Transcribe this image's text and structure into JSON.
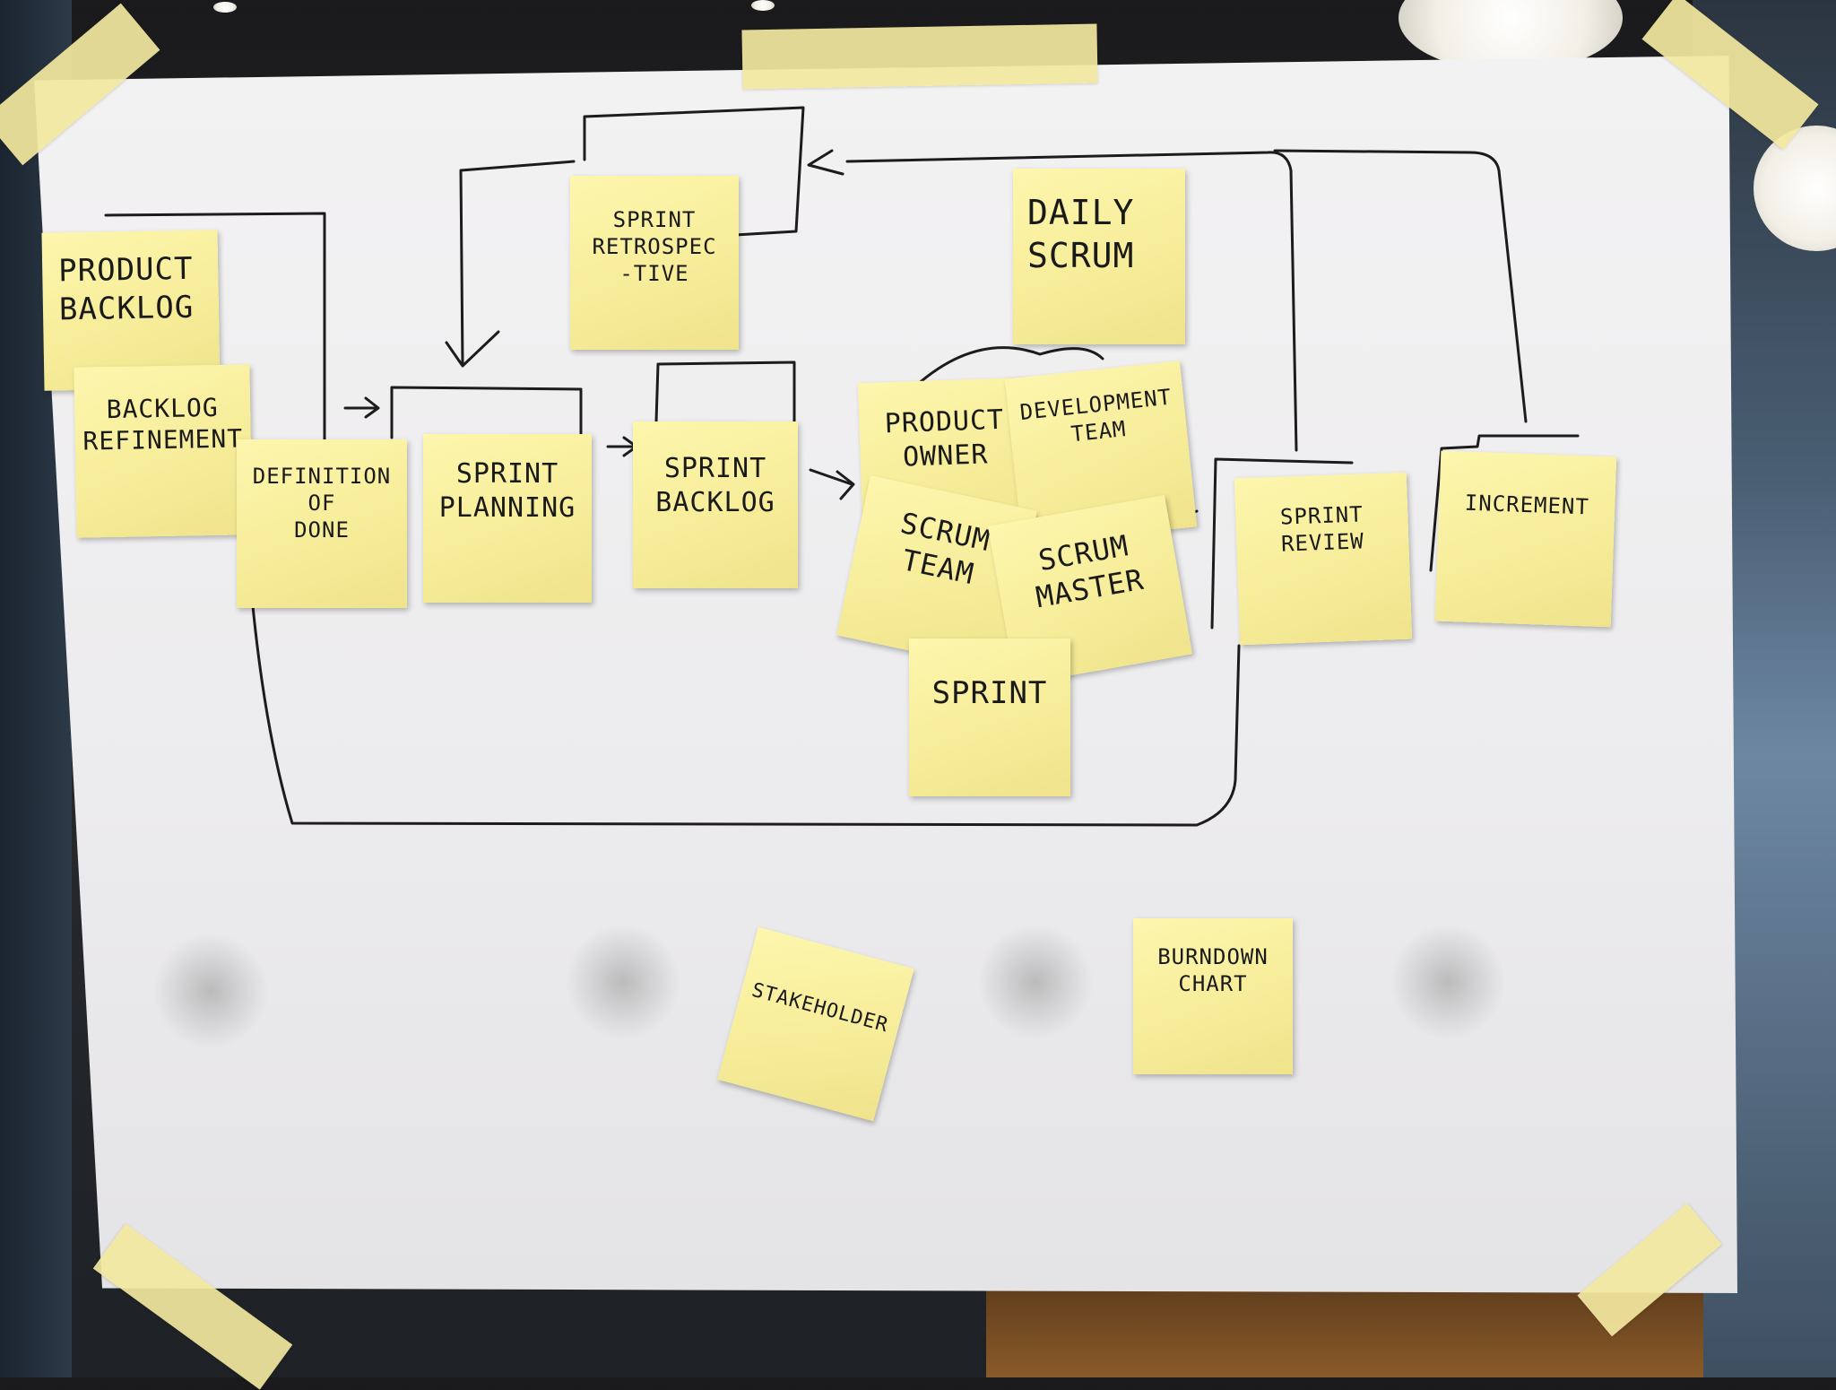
{
  "board": {
    "notes": {
      "product_backlog": "PRODUCT\nBACKLOG",
      "backlog_refinement": "BACKLOG\nREFINEMENT",
      "definition_of_done": "DEFINITION\nOF\nDONE",
      "sprint_planning": "SPRINT\nPLANNING",
      "sprint_retrospective": "SPRINT\nRETROSPEC\n-TIVE",
      "sprint_backlog": "SPRINT\nBACKLOG",
      "product_owner": "PRODUCT\nOWNER",
      "development_team": "DEVELOPMENT\nTEAM",
      "daily_scrum": "DAILY\nSCRUM",
      "scrum_team": "SCRUM\nTEAM",
      "scrum_master": "SCRUM\nMASTER",
      "sprint": "SPRINT",
      "sprint_review": "SPRINT\nREVIEW",
      "increment": "INCREMENT",
      "stakeholder": "STAKEHOLDER",
      "burndown_chart": "BURNDOWN\nCHART"
    }
  },
  "colors": {
    "note": "#f6ec98",
    "paper": "#ecebed",
    "tape": "#f3e8a0",
    "ink": "#1a1a1a"
  }
}
